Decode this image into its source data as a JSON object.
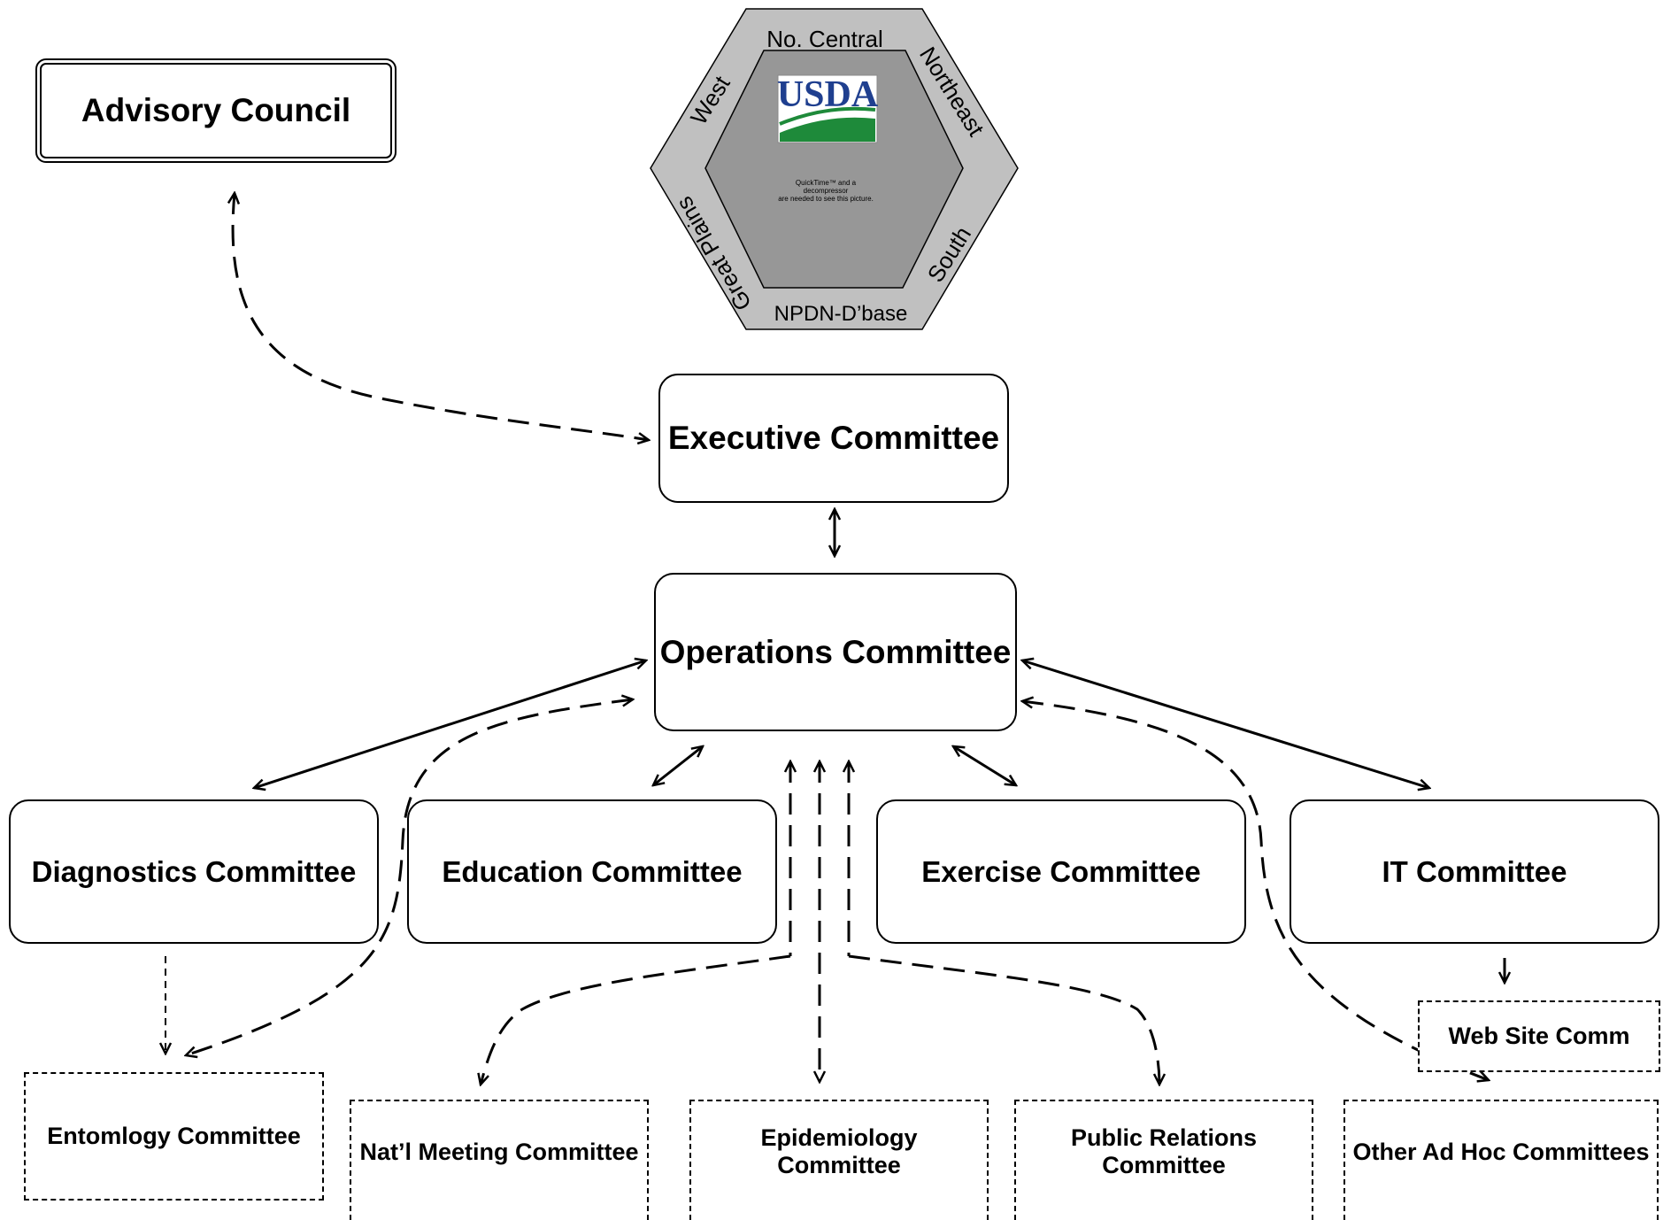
{
  "seal": {
    "regions": [
      "No. Central",
      "Northeast",
      "South",
      "NPDN-D’base",
      "Great Plains",
      "West"
    ],
    "logo_text": "USDA",
    "placeholder_text": [
      "QuickTime™ and a",
      "decompressor",
      "are needed to see this picture."
    ],
    "colors": {
      "outer": "#c0c0c0",
      "inner": "#979797",
      "logo_blue": "#1f3f8f",
      "logo_green": "#1e8a3a"
    }
  },
  "nodes": {
    "advisory": "Advisory Council",
    "executive": "Executive Committee",
    "operations": "Operations Committee",
    "diagnostics": "Diagnostics Committee",
    "education": "Education Committee",
    "exercise": "Exercise Committee",
    "it": "IT Committee",
    "web_site": "Web Site Comm",
    "entomology": "Entomlogy Committee",
    "natl_meeting": "Nat’l Meeting Committee",
    "epidemiology": "Epidemiology Committee",
    "public_relations": "Public Relations Committee",
    "other_ad_hoc": "Other Ad Hoc Committees"
  }
}
